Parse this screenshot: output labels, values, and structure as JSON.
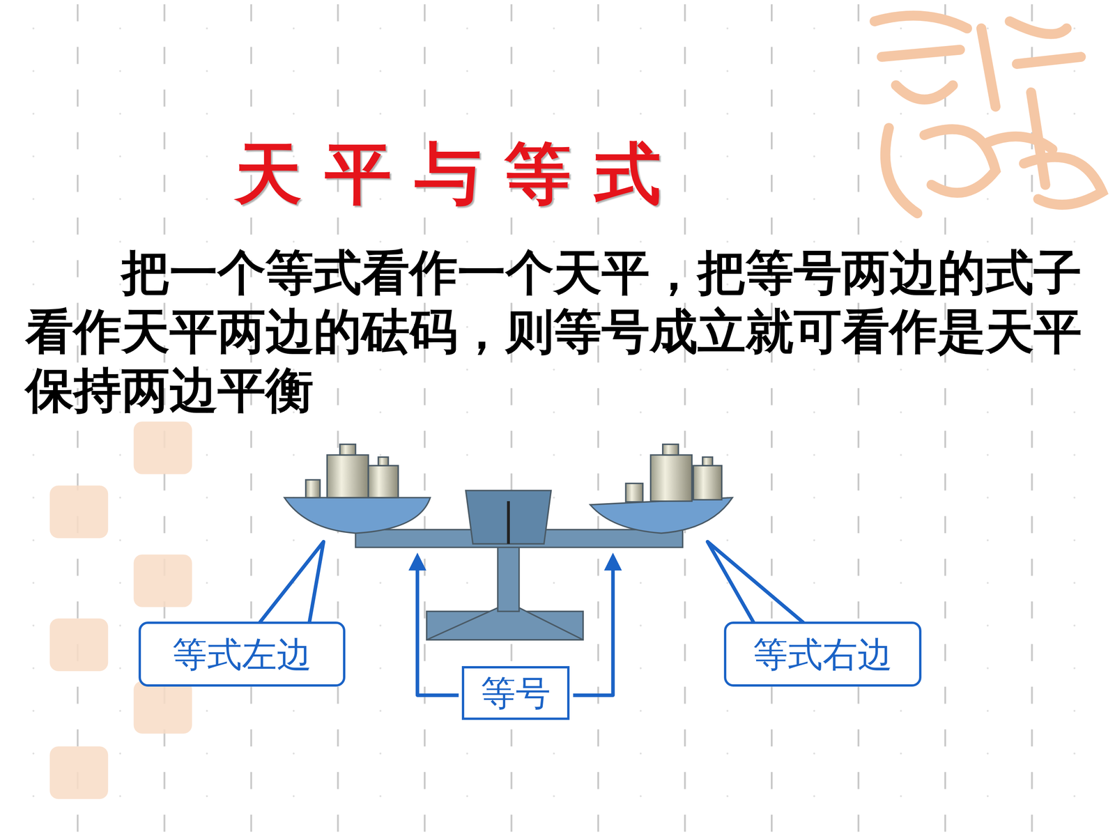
{
  "diagram": {
    "title": "天 平 与 等 式",
    "nodes": [
      {
        "text": [
          "等式左边"
        ]
      },
      {
        "text": [
          "等号"
        ]
      },
      {
        "text": [
          "等式右边"
        ]
      }
    ],
    "labels": [
      "把一个等式看作一个天平，把等号两边的式子看作天平两边的砝码，则等号成立就可看作是天平保持两边平衡"
    ]
  }
}
